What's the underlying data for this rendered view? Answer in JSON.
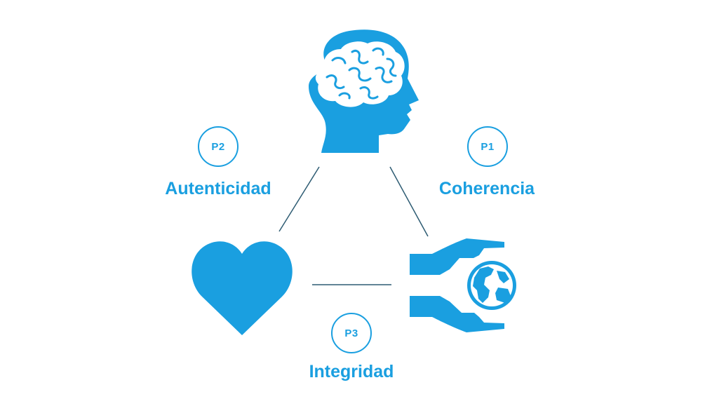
{
  "colors": {
    "accent": "#1a9fe0",
    "connector": "#2e5c73",
    "background": "#ffffff"
  },
  "icons": {
    "top": "brain-head-icon",
    "left": "heart-icon",
    "right": "hands-holding-globe-icon"
  },
  "nodes": {
    "p1": {
      "badge": "P1",
      "label": "Coherencia"
    },
    "p2": {
      "badge": "P2",
      "label": "Autenticidad"
    },
    "p3": {
      "badge": "P3",
      "label": "Integridad"
    }
  }
}
